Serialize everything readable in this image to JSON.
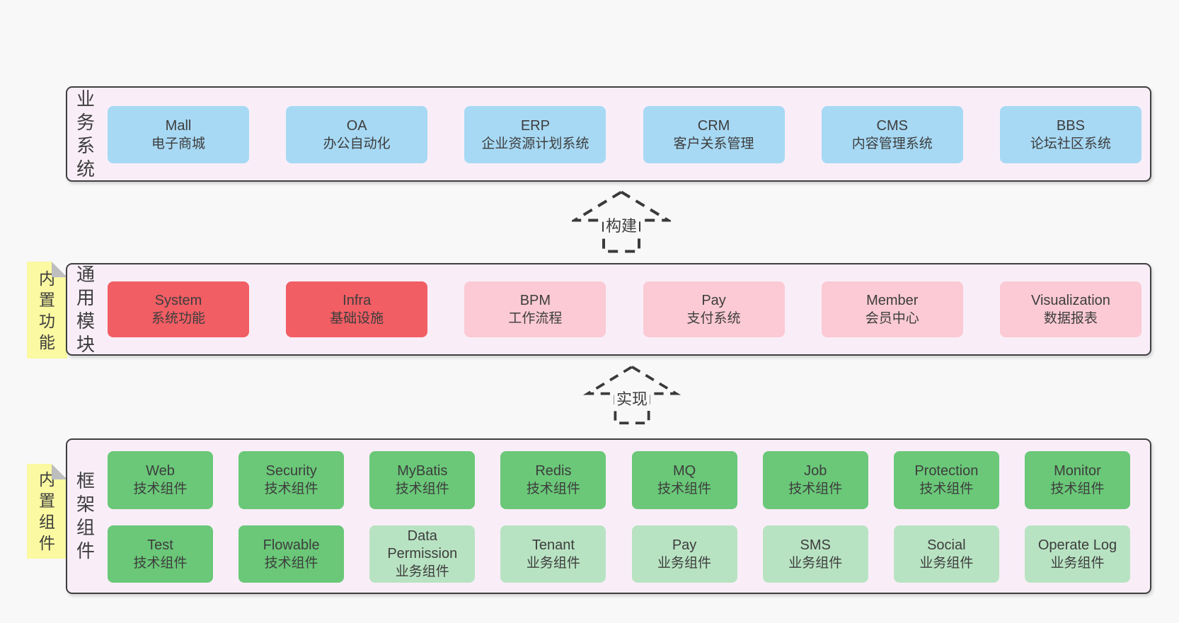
{
  "colors": {
    "page_bg": "#f8f8f8",
    "panel_bg": "#f9eef8",
    "panel_border": "#3f3f3f",
    "text": "#3d3d3d",
    "note_bg": "#fbf9a1",
    "note_fold": "#bcbec0",
    "arrow": "#3a3a3a",
    "blue": "#a7d9f4",
    "red": "#f15e64",
    "pink": "#fbcad4",
    "green": "#6ac878",
    "light_green": "#b8e3c2"
  },
  "arrows": [
    {
      "label": "构建"
    },
    {
      "label": "实现"
    }
  ],
  "layers": [
    {
      "id": "business",
      "side_label": "业务系统",
      "note": null,
      "rows": [
        [
          {
            "title": "Mall",
            "subtitle": "电子商城",
            "variant": "blue"
          },
          {
            "title": "OA",
            "subtitle": "办公自动化",
            "variant": "blue"
          },
          {
            "title": "ERP",
            "subtitle": "企业资源计划系统",
            "variant": "blue"
          },
          {
            "title": "CRM",
            "subtitle": "客户关系管理",
            "variant": "blue"
          },
          {
            "title": "CMS",
            "subtitle": "内容管理系统",
            "variant": "blue"
          },
          {
            "title": "BBS",
            "subtitle": "论坛社区系统",
            "variant": "blue"
          }
        ]
      ]
    },
    {
      "id": "modules",
      "side_label": "通用模块",
      "note": "内置功能",
      "rows": [
        [
          {
            "title": "System",
            "subtitle": "系统功能",
            "variant": "red"
          },
          {
            "title": "Infra",
            "subtitle": "基础设施",
            "variant": "red"
          },
          {
            "title": "BPM",
            "subtitle": "工作流程",
            "variant": "pink"
          },
          {
            "title": "Pay",
            "subtitle": "支付系统",
            "variant": "pink"
          },
          {
            "title": "Member",
            "subtitle": "会员中心",
            "variant": "pink"
          },
          {
            "title": "Visualization",
            "subtitle": "数据报表",
            "variant": "pink"
          }
        ]
      ]
    },
    {
      "id": "components",
      "side_label": "框架组件",
      "note": "内置组件",
      "rows": [
        [
          {
            "title": "Web",
            "subtitle": "技术组件",
            "variant": "green"
          },
          {
            "title": "Security",
            "subtitle": "技术组件",
            "variant": "green"
          },
          {
            "title": "MyBatis",
            "subtitle": "技术组件",
            "variant": "green"
          },
          {
            "title": "Redis",
            "subtitle": "技术组件",
            "variant": "green"
          },
          {
            "title": "MQ",
            "subtitle": "技术组件",
            "variant": "green"
          },
          {
            "title": "Job",
            "subtitle": "技术组件",
            "variant": "green"
          },
          {
            "title": "Protection",
            "subtitle": "技术组件",
            "variant": "green"
          },
          {
            "title": "Monitor",
            "subtitle": "技术组件",
            "variant": "green"
          }
        ],
        [
          {
            "title": "Test",
            "subtitle": "技术组件",
            "variant": "green"
          },
          {
            "title": "Flowable",
            "subtitle": "技术组件",
            "variant": "green"
          },
          {
            "title": "Data Permission",
            "subtitle": "业务组件",
            "variant": "light_green"
          },
          {
            "title": "Tenant",
            "subtitle": "业务组件",
            "variant": "light_green"
          },
          {
            "title": "Pay",
            "subtitle": "业务组件",
            "variant": "light_green"
          },
          {
            "title": "SMS",
            "subtitle": "业务组件",
            "variant": "light_green"
          },
          {
            "title": "Social",
            "subtitle": "业务组件",
            "variant": "light_green"
          },
          {
            "title": "Operate Log",
            "subtitle": "业务组件",
            "variant": "light_green"
          }
        ]
      ]
    }
  ]
}
